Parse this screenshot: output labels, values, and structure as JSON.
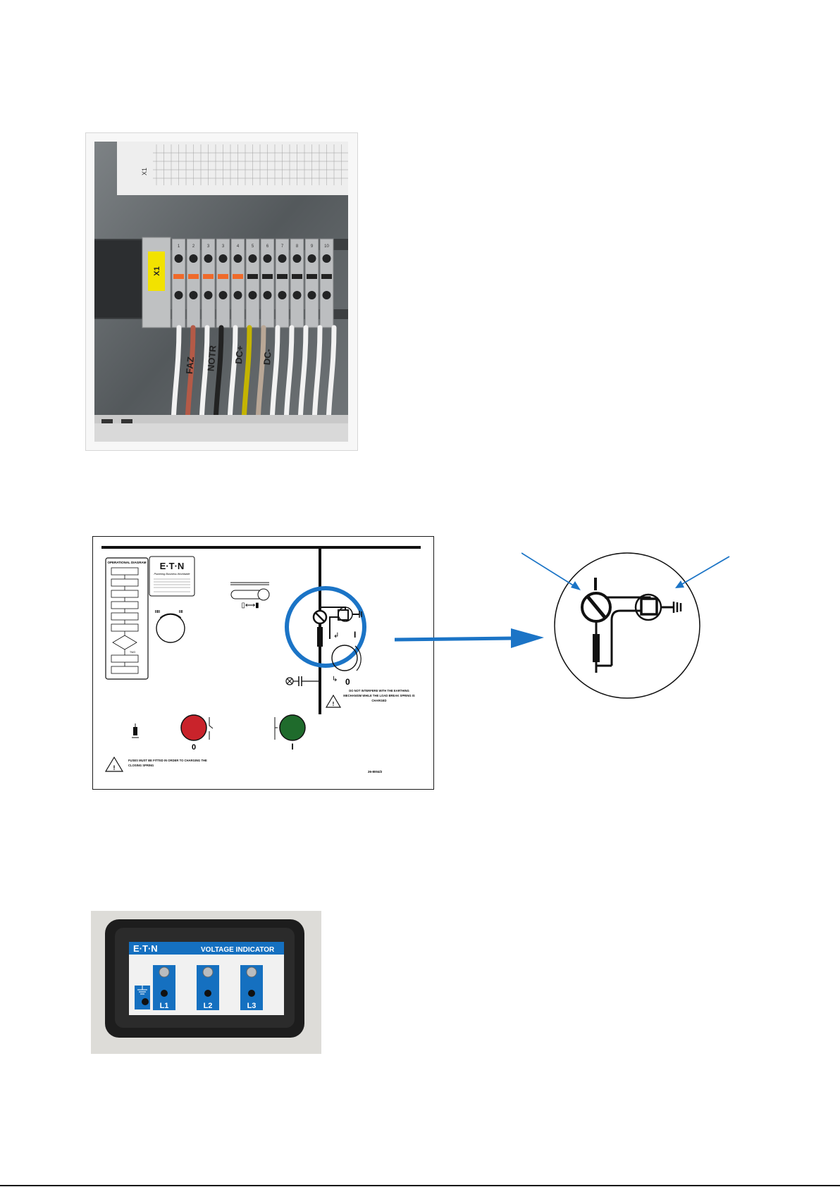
{
  "terminal_block": {
    "strip_label": "X1",
    "terminal_numbers": [
      "1",
      "2",
      "3",
      "3",
      "4",
      "5",
      "6",
      "7",
      "8",
      "9",
      "10"
    ],
    "wire_labels": [
      "FAZ",
      "NOTR",
      "DC+",
      "DC-"
    ]
  },
  "diagram": {
    "brand": "E·T·N",
    "tagline": "Powering Business Worldwide",
    "operational_title": "OPERATIONAL DIAGRAM",
    "flow_note": "TWO",
    "position_on": "I",
    "position_off": "0",
    "open_label": "0",
    "close_label": "I",
    "warning_earthing": "DO NOT INTERFERE WITH THE EARTHING MECHANISM WHILE THE LOAD BREAK SPRING IS CHARGED",
    "warning_fuses": "FUSES MUST BE FITTED IN ORDER TO CHARGING THE CLOSING SPRING",
    "ref": "26-8004/2"
  },
  "voltage_indicator": {
    "brand": "E·T·N",
    "title": "VOLTAGE INDICATOR",
    "phases": [
      "L1",
      "L2",
      "L3"
    ]
  },
  "colors": {
    "accent_blue": "#1b74c6",
    "eaton_blue": "#1570c0",
    "button_red": "#c9232b",
    "button_green": "#1f6b2c",
    "orange_lever": "#ef6a2a"
  }
}
